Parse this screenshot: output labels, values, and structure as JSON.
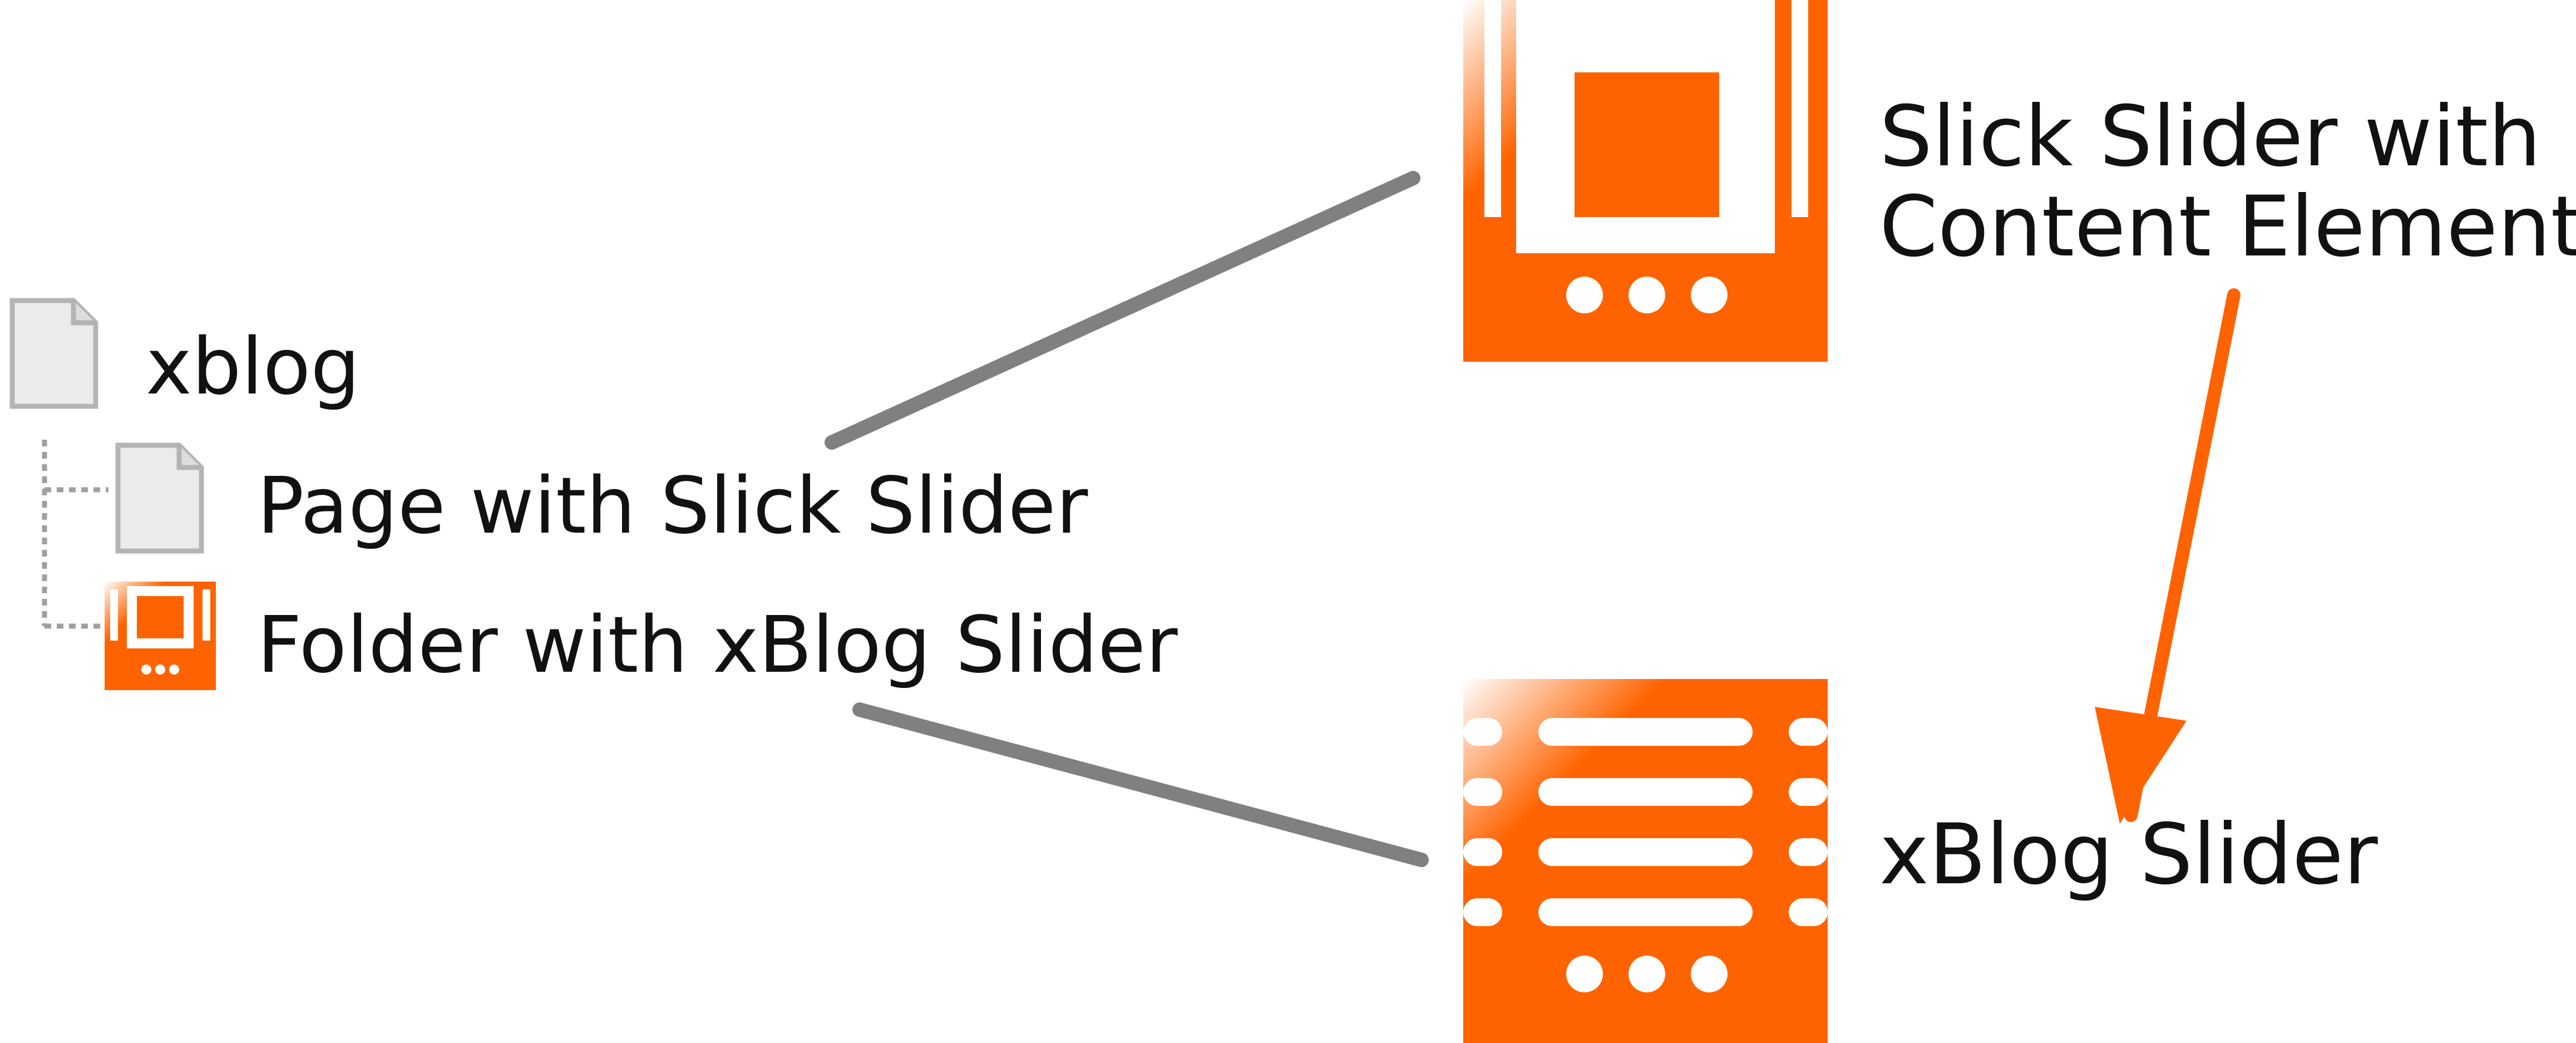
{
  "tree": {
    "root": {
      "label": "xblog",
      "icon": "page-icon"
    },
    "children": [
      {
        "label": "Page with Slick Slider",
        "icon": "page-icon"
      },
      {
        "label": "Folder with xBlog Slider",
        "icon": "slick-slider-icon"
      }
    ]
  },
  "targets": [
    {
      "label_lines": [
        "Slick Slider with",
        "Content Elements"
      ],
      "icon": "slick-slider-icon"
    },
    {
      "label_lines": [
        "xBlog Slider"
      ],
      "icon": "xblog-slider-icon"
    }
  ],
  "colors": {
    "accent": "#ff6300",
    "connector": "#808080",
    "page_icon_fill": "#ebebeb",
    "page_icon_stroke": "#b4b4b4",
    "tree_line": "#a0a0a0"
  }
}
